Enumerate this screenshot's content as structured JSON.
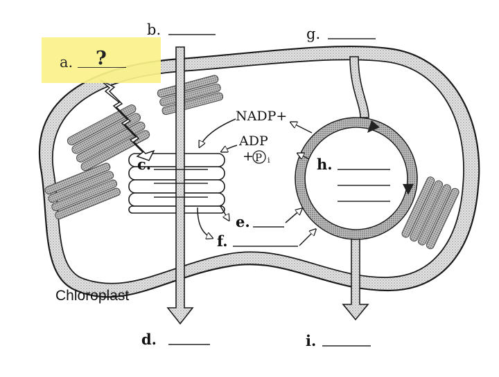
{
  "diagram": {
    "label_a": "a.",
    "answer_a": "?",
    "label_b": "b.",
    "label_c": "c.",
    "label_d": "d.",
    "label_e": "e.",
    "label_f": "f.",
    "label_g": "g.",
    "label_h": "h.",
    "label_i": "i.",
    "nadp": "NADP+",
    "adp": "ADP",
    "pi_plus": "+",
    "pi_symbol": "P",
    "pi_sub": "i",
    "organelle": "Chloroplast"
  },
  "colors": {
    "highlight": "#fbf38a",
    "outline": "#1a1a1a",
    "membrane": "#cfcfcf",
    "thylakoid": "#d9d9d9"
  }
}
